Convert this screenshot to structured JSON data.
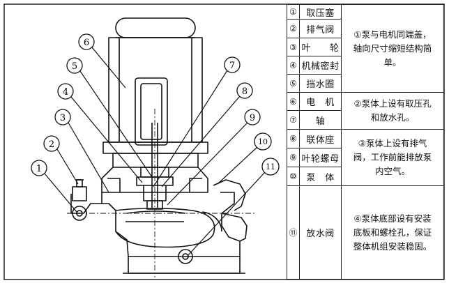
{
  "callouts": [
    "1",
    "2",
    "3",
    "4",
    "5",
    "6",
    "7",
    "8",
    "9",
    "10",
    "11"
  ],
  "legend": [
    {
      "mark": "①",
      "name": "取压塞"
    },
    {
      "mark": "②",
      "name": "排气阀"
    },
    {
      "mark": "③",
      "name": "叶　　轮"
    },
    {
      "mark": "④",
      "name": "机械密封"
    },
    {
      "mark": "⑤",
      "name": "挡水圈"
    },
    {
      "mark": "⑥",
      "name": "电　机"
    },
    {
      "mark": "⑦",
      "name": "轴"
    },
    {
      "mark": "⑧",
      "name": "联体座"
    },
    {
      "mark": "⑨",
      "name": "叶轮螺母"
    },
    {
      "mark": "⑩",
      "name": "泵　体"
    },
    {
      "mark": "⑪",
      "name": "放水阀"
    }
  ],
  "notes": [
    [
      "①泵与电机同端盖，",
      "轴向尺寸缩短结构简",
      "单。"
    ],
    [
      "②泵体上设有取压孔",
      "和放水孔。"
    ],
    [
      "③泵体上设有排气",
      "阀，工作前能排放泵",
      "内空气。"
    ],
    [
      "④泵体底部设有安装",
      "底板和螺栓孔，保证",
      "整体机组安装稳固。"
    ]
  ]
}
